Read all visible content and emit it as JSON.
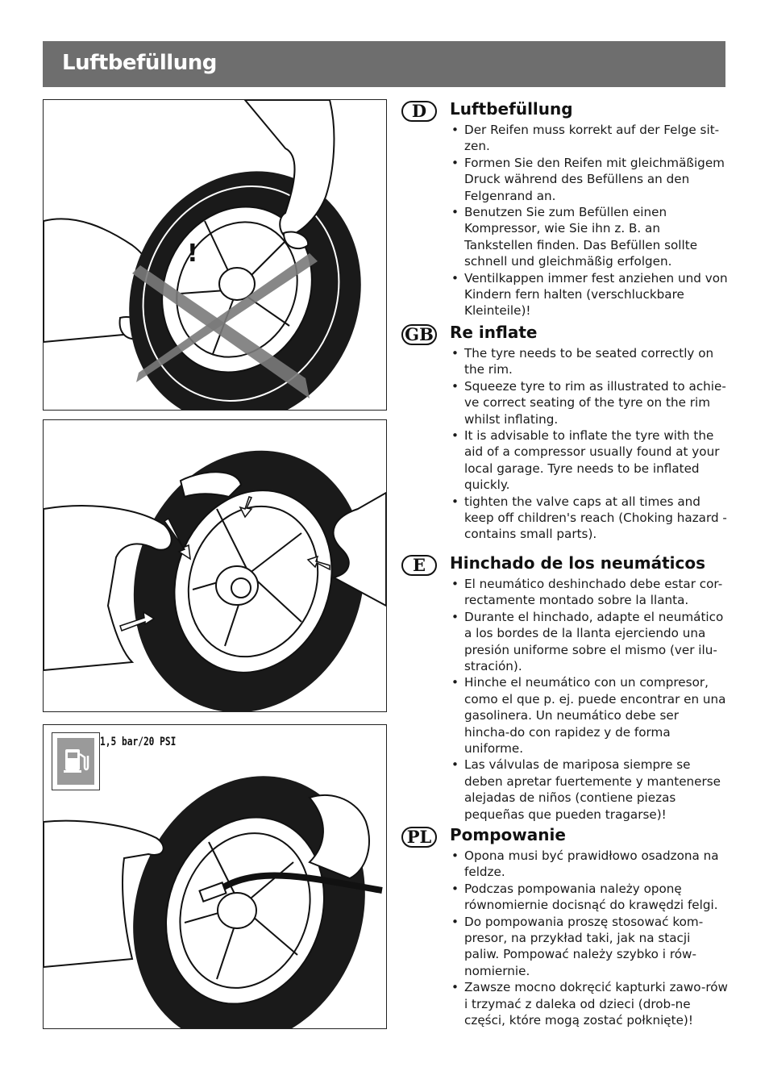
{
  "header": {
    "title": "Luftbefüllung"
  },
  "figures": {
    "fig1": {
      "warning_mark": "!"
    },
    "fig3": {
      "pressure_label": "1,5 bar/20 PSI",
      "icon": "fuel-pump-icon"
    }
  },
  "sections": [
    {
      "lang": "D",
      "title": "Luftbefüllung",
      "bullets": [
        "Der Reifen muss korrekt auf der Felge sit-zen.",
        "Formen Sie den Reifen mit gleichmäßigem Druck während des Befüllens an den Felgenrand an.",
        "Benutzen Sie zum Befüllen einen Kompressor, wie Sie ihn z. B. an Tankstellen finden. Das Befüllen sollte schnell und gleichmäßig erfolgen.",
        "Ventilkappen immer fest anziehen und von Kindern fern halten (verschluckbare Kleinteile)!"
      ]
    },
    {
      "lang": "GB",
      "title": "Re inflate",
      "bullets": [
        "The tyre needs to be seated correctly on the rim.",
        "Squeeze tyre to rim as illustrated to achie-ve correct seating of the tyre on the rim whilst  inflating.",
        "It is advisable to inflate the tyre with the aid of a compressor usually found at your local garage. Tyre needs to be inflated quickly.",
        "tighten the valve caps at all times and keep off children's reach (Choking hazard - contains small parts)."
      ]
    },
    {
      "lang": "E",
      "title": "Hinchado de los neumáticos",
      "bullets": [
        "El neumático deshinchado debe estar cor-rectamente montado sobre la llanta.",
        "Durante el hinchado, adapte el neumático a los bordes de la llanta ejerciendo una presión uniforme sobre el mismo (ver ilu-stración).",
        "Hinche el neumático con un compresor, como el que p. ej. puede encontrar en una gasolinera. Un neumático debe ser hincha-do con rapidez y de forma uniforme.",
        "Las válvulas de mariposa siempre se deben apretar fuertemente y mantenerse alejadas de niños (contiene piezas pequeñas que pueden tragarse)!"
      ]
    },
    {
      "lang": "PL",
      "title": "Pompowanie",
      "bullets": [
        "Opona musi być prawidłowo osadzona na feldze.",
        "Podczas pompowania należy oponę równomiernie  docisnąć do krawędzi felgi.",
        "Do pompowania proszę stosować kom-presor, na przykład taki, jak na stacji paliw. Pompować należy szybko i rów-nomiernie.",
        "Zawsze mocno dokręcić kapturki zawo-rów i trzymać z daleka od dzieci (drob-ne części, które mogą zostać połknięte)!"
      ]
    }
  ]
}
